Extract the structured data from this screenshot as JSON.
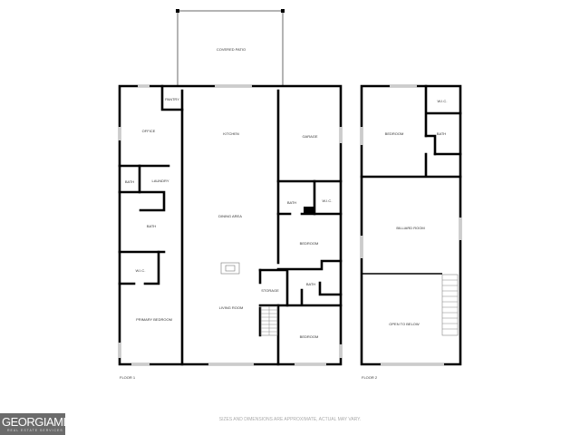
{
  "floor1": {
    "label": "FLOOR 1",
    "rooms": {
      "covered_patio": "COVERED PATIO",
      "pantry": "PANTRY",
      "office": "OFFICE",
      "kitchen": "KITCHEN",
      "garage": "GARAGE",
      "bath_a": "BATH",
      "laundry": "LAUNDRY",
      "bath_b": "BATH",
      "dining_area": "DINING AREA",
      "bath_c": "BATH",
      "wic_a": "W.I.C.",
      "bedroom_a": "BEDROOM",
      "wic_b": "W.I.C.",
      "storage": "STORAGE",
      "bath_d": "BATH",
      "living_room": "LIVING ROOM",
      "primary_bedroom": "PRIMARY BEDROOM",
      "bedroom_b": "BEDROOM"
    }
  },
  "floor2": {
    "label": "FLOOR 2",
    "rooms": {
      "bedroom": "BEDROOM",
      "wic": "W.I.C.",
      "bath": "BATH",
      "billiard_room": "BILLIARD ROOM",
      "open_to_below": "OPEN TO BELOW"
    }
  },
  "disclaimer": "SIZES AND DIMENSIONS ARE APPROXIMATE, ACTUAL MAY VARY.",
  "logo": {
    "main": "GEORGIAMLS",
    "sub": "REAL ESTATE SERVICES"
  }
}
